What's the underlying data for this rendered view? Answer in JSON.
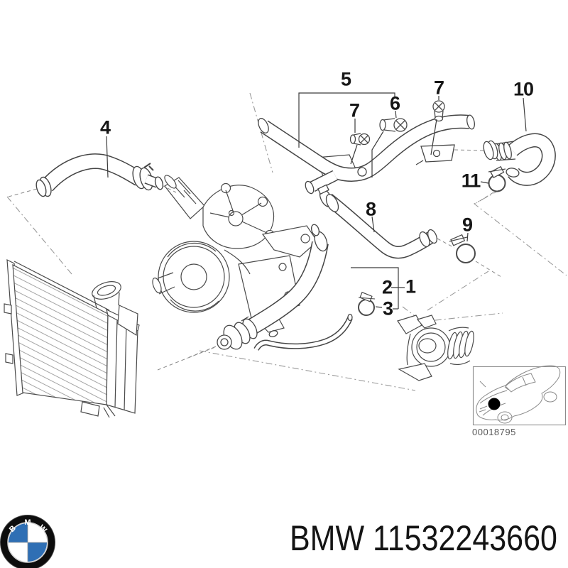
{
  "callouts": [
    {
      "number": "4"
    },
    {
      "number": "5"
    },
    {
      "number": "7"
    },
    {
      "number": "6"
    },
    {
      "number": "7"
    },
    {
      "number": "10"
    },
    {
      "number": "11"
    },
    {
      "number": "8"
    },
    {
      "number": "9"
    },
    {
      "number": "2"
    },
    {
      "number": "1"
    },
    {
      "number": "3"
    }
  ],
  "inset": {
    "code": "00018795"
  },
  "footer": {
    "title": "BMW 11532243660",
    "logo_letters": [
      "B",
      "M",
      "W"
    ]
  },
  "colors": {
    "line": "#454545",
    "label": "#161616",
    "boundary": "#9a9a9a",
    "logo_blue": "#2f6fb4",
    "logo_black": "#0d0d0d",
    "inset_line": "#8c8c8c",
    "background": "#ffffff"
  }
}
